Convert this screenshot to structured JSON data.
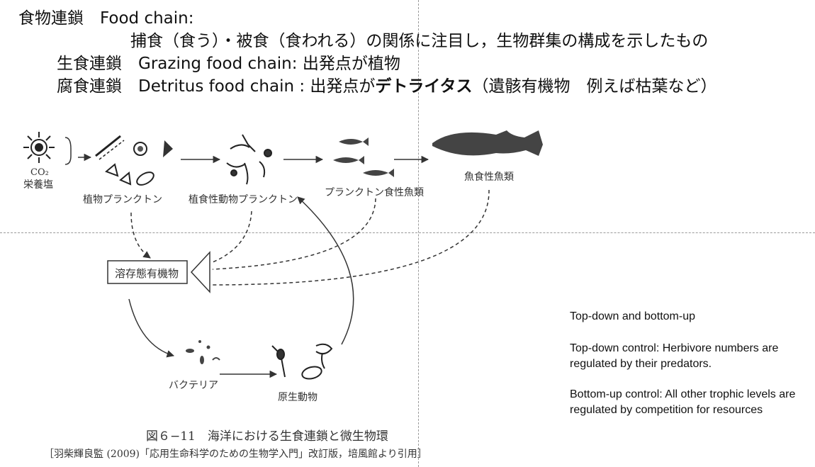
{
  "header": {
    "line1": "食物連鎖　Food chain:",
    "line2": "捕食（食う）・被食（食われる）の関係に注目し，生物群集の構成を示したもの",
    "grazing_term": "生食連鎖",
    "grazing_desc": "Grazing food chain: 出発点が植物",
    "detritus_term": "腐食連鎖",
    "detritus_desc_a": "Detritus food chain : 出発点が",
    "detritus_bold": "デトライタス",
    "detritus_desc_b": "（遺骸有機物　例えば枯葉など）"
  },
  "figure": {
    "co2": "CO₂",
    "nutrients": "栄養塩",
    "phytoplankton": "植物プランクトン",
    "zooplankton": "植食性動物プランクトン",
    "planktivorous_fish": "プランクトン食性魚類",
    "piscivorous_fish": "魚食性魚類",
    "dom": "溶存態有機物",
    "bacteria": "バクテリア",
    "protozoa": "原生動物"
  },
  "side_notes": {
    "title": "Top-down and bottom-up",
    "topdown": "Top-down control: Herbivore numbers are regulated by their predators.",
    "bottomup": "Bottom-up control: All other trophic levels are regulated by competition for resources"
  },
  "caption": {
    "figure": "図６−11　海洋における生食連鎖と微生物環",
    "citation": "［羽柴輝良監 (2009)「応用生命科学のための生物学入門」改訂版，培風館より引用］"
  }
}
